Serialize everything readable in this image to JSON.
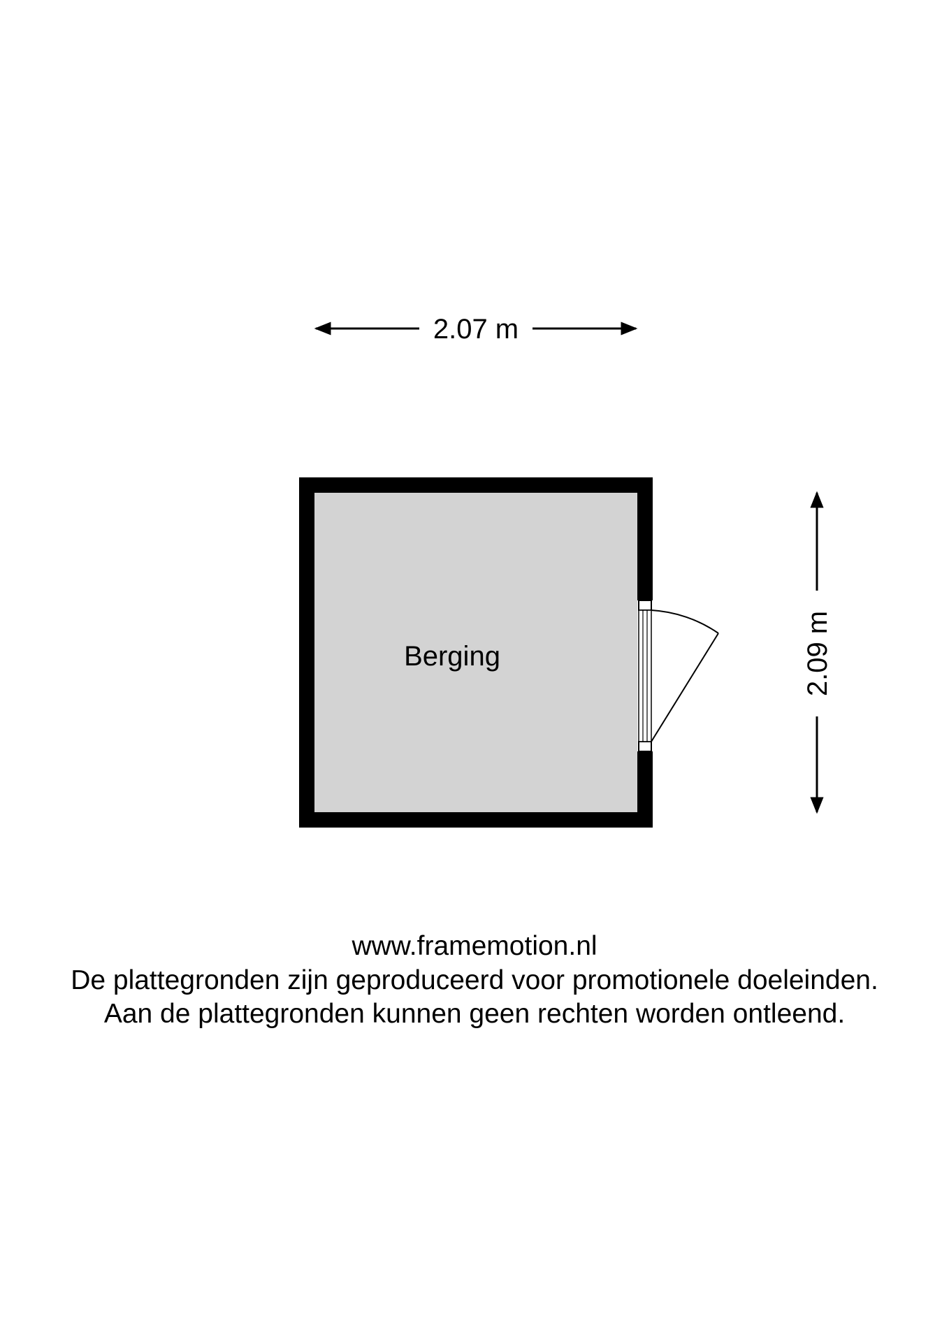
{
  "dimensions": {
    "width_label": "2.07 m",
    "height_label": "2.09 m"
  },
  "rooms": [
    {
      "label": "Berging"
    }
  ],
  "footer": {
    "website": "www.framemotion.nl",
    "disclaimer_line1": "De plattegronden zijn geproduceerd voor promotionele doeleinden.",
    "disclaimer_line2": "Aan de plattegronden kunnen geen rechten worden ontleend."
  },
  "colors": {
    "wall": "#000000",
    "floor": "#d3d3d3",
    "background": "#ffffff",
    "text": "#000000"
  }
}
